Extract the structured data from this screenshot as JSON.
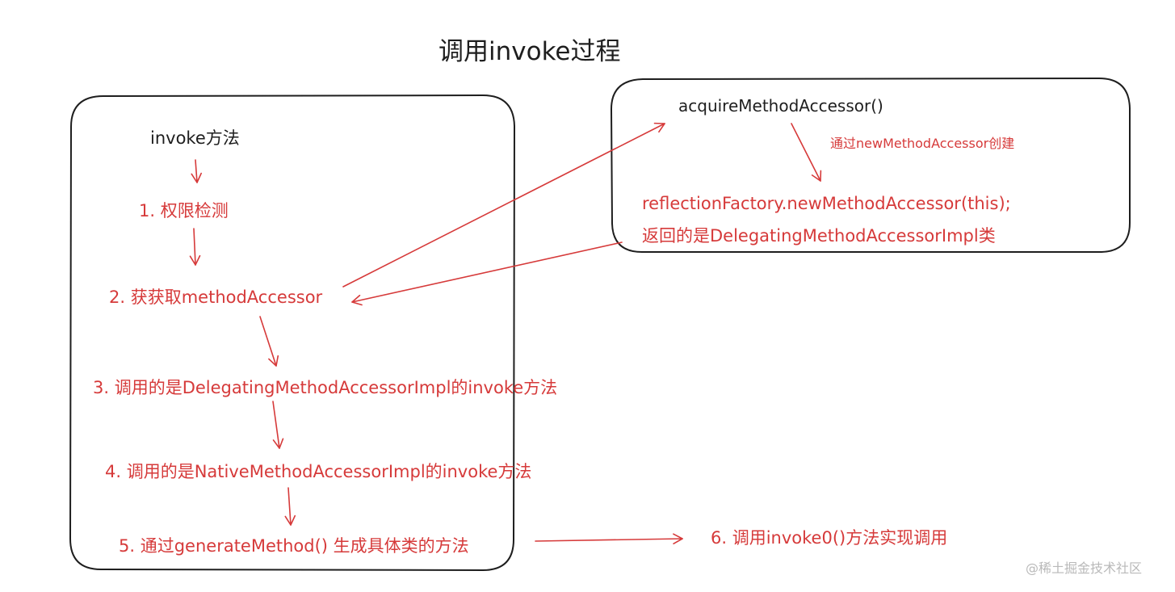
{
  "title": "调用invoke过程",
  "left_box": {
    "start": "invoke方法",
    "steps": [
      "1. 权限检测",
      "2. 获获取methodAccessor",
      "3. 调用的是DelegatingMethodAccessorImpl的invoke方法",
      "4. 调用的是NativeMethodAccessorImpl的invoke方法",
      "5. 通过generateMethod() 生成具体类的方法"
    ]
  },
  "right_box": {
    "method": "acquireMethodAccessor()",
    "note": "通过newMethodAccessor创建",
    "line1": "reflectionFactory.newMethodAccessor(this);",
    "line2": "返回的是DelegatingMethodAccessorImpl类"
  },
  "final_step": "6. 调用invoke0()方法实现调用",
  "watermark": "@稀土掘金技术社区",
  "colors": {
    "ink": "#1e1e1e",
    "accent": "#d63a3a"
  }
}
